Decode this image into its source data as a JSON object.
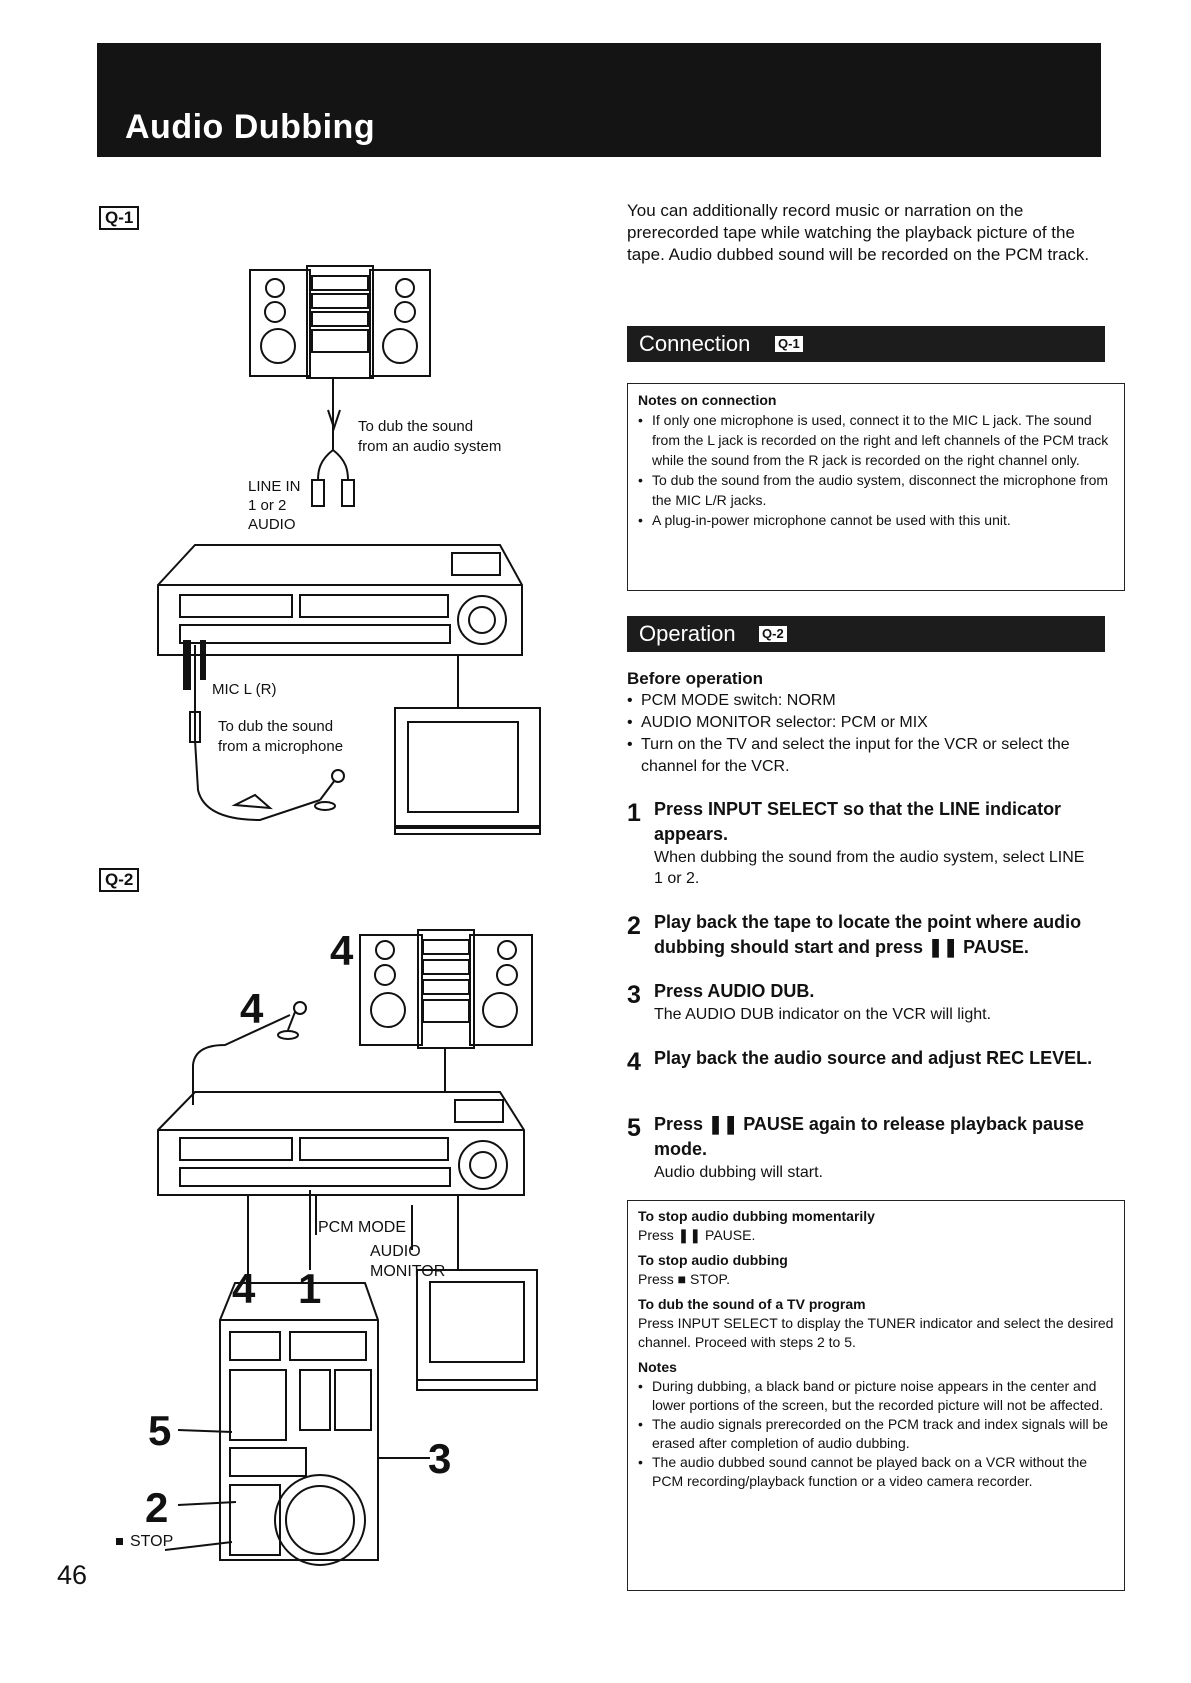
{
  "header": {
    "title": "Audio Dubbing"
  },
  "figures": {
    "q1": {
      "label": "Q-1",
      "audio_caption_1": "To dub the sound",
      "audio_caption_2": "from an audio system",
      "line_in_1": "LINE IN",
      "line_in_2": "1 or 2",
      "line_in_3": "AUDIO",
      "mic_label": "MIC L (R)",
      "mic_caption_1": "To dub the sound",
      "mic_caption_2": "from a microphone"
    },
    "q2": {
      "label": "Q-2",
      "callout_4a": "4",
      "callout_4b": "4",
      "callout_4c": "4",
      "callout_1": "1",
      "callout_5": "5",
      "callout_2": "2",
      "callout_3": "3",
      "pcm_mode": "PCM MODE",
      "audio_monitor_1": "AUDIO",
      "audio_monitor_2": "MONITOR",
      "stop_label": "STOP"
    }
  },
  "intro": "You can additionally record music or narration on the prerecorded tape while watching the playback picture of the tape. Audio dubbed sound will be recorded on the PCM track.",
  "connection": {
    "title": "Connection",
    "tag": "Q-1",
    "notes_title": "Notes on connection",
    "notes": [
      "If only one microphone is used, connect it to the MIC L jack. The sound from the L jack is recorded on the right and left channels of the PCM track while the sound from the R jack is recorded on the right channel only.",
      "To dub the sound from the audio system, disconnect the microphone from the MIC L/R jacks.",
      "A plug-in-power microphone cannot be used with this unit."
    ]
  },
  "operation": {
    "title": "Operation",
    "tag": "Q-2",
    "before_title": "Before operation",
    "before_items": [
      "PCM MODE switch: NORM",
      "AUDIO MONITOR selector: PCM or MIX",
      "Turn on the TV and select the input for the VCR or select the channel for the VCR."
    ],
    "steps": [
      {
        "num": "1",
        "head": "Press INPUT SELECT so that the LINE indicator appears.",
        "desc": "When dubbing the sound from the audio system, select LINE 1 or 2."
      },
      {
        "num": "2",
        "head": "Play back the tape to locate the point where audio dubbing should start and press ❚❚ PAUSE.",
        "desc": ""
      },
      {
        "num": "3",
        "head": "Press AUDIO DUB.",
        "desc": "The AUDIO DUB indicator on the VCR will light."
      },
      {
        "num": "4",
        "head": "Play back the audio source and adjust REC LEVEL.",
        "desc": ""
      },
      {
        "num": "5",
        "head": "Press ❚❚ PAUSE again to release playback pause mode.",
        "desc": "Audio dubbing will start."
      }
    ]
  },
  "tips": {
    "stop_momentarily_title": "To stop audio dubbing momentarily",
    "stop_momentarily_text": "Press ❚❚ PAUSE.",
    "stop_title": "To stop audio dubbing",
    "stop_text": "Press ■ STOP.",
    "tv_title": "To dub the sound of a TV program",
    "tv_text": "Press INPUT SELECT to display the TUNER indicator and select the desired channel. Proceed with steps 2 to 5.",
    "notes_title": "Notes",
    "notes": [
      "During dubbing, a black band or picture noise appears in the center and lower portions of the screen, but the recorded picture will not be affected.",
      "The audio signals prerecorded on the PCM track and index signals will be erased after completion of audio dubbing.",
      "The audio dubbed sound cannot be played back on a VCR without the PCM recording/playback function or a video camera recorder."
    ]
  },
  "page_number": "46"
}
